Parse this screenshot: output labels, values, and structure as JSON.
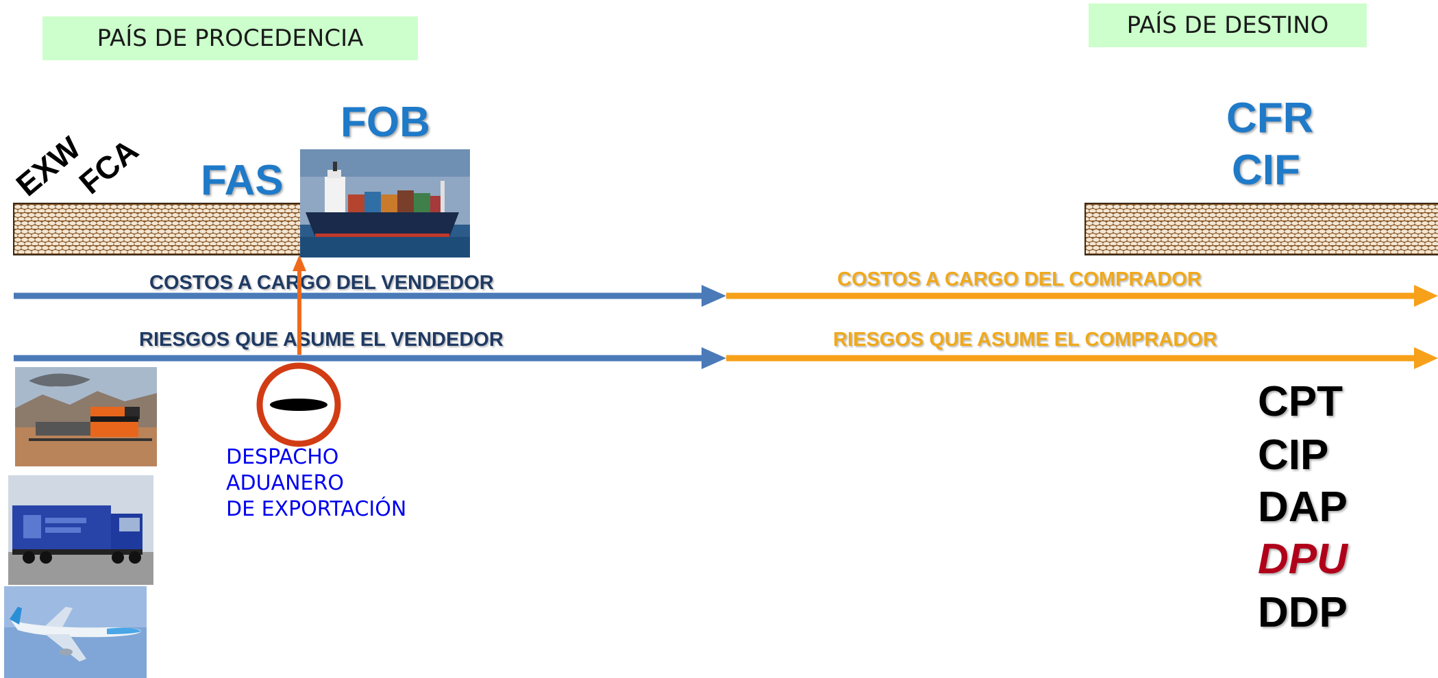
{
  "header": {
    "origin_country": "PAÍS DE PROCEDENCIA",
    "destination_country": "PAÍS DE DESTINO"
  },
  "incoterms": {
    "exw": "EXW",
    "fca": "FCA",
    "fas": "FAS",
    "fob": "FOB",
    "cfr": "CFR",
    "cif": "CIF",
    "cpt": "CPT",
    "cip": "CIP",
    "dap": "DAP",
    "dpu": "DPU",
    "ddp": "DDP"
  },
  "arrows": {
    "costs_seller": "COSTOS A CARGO DEL VENDEDOR",
    "costs_buyer": "COSTOS A CARGO DEL COMPRADOR",
    "risks_seller": "RIESGOS QUE ASUME EL VENDEDOR",
    "risks_buyer": "RIESGOS QUE ASUME EL COMPRADOR"
  },
  "customs": {
    "line1": "DESPACHO",
    "line2": "ADUANERO",
    "line3": "DE EXPORTACIÓN"
  },
  "photos": [
    "cargo-ship",
    "freight-train",
    "truck",
    "airplane"
  ],
  "colors": {
    "seller": "#4a7ab8",
    "buyer": "#f7a01a",
    "incoterm_blue": "#1f7ac8",
    "country_box": "#ccffcc",
    "dpu_red": "#b0001a",
    "customs_text": "#0000ee",
    "customs_ring": "#d23c14",
    "vertical_arrow": "#ee6a1a"
  }
}
